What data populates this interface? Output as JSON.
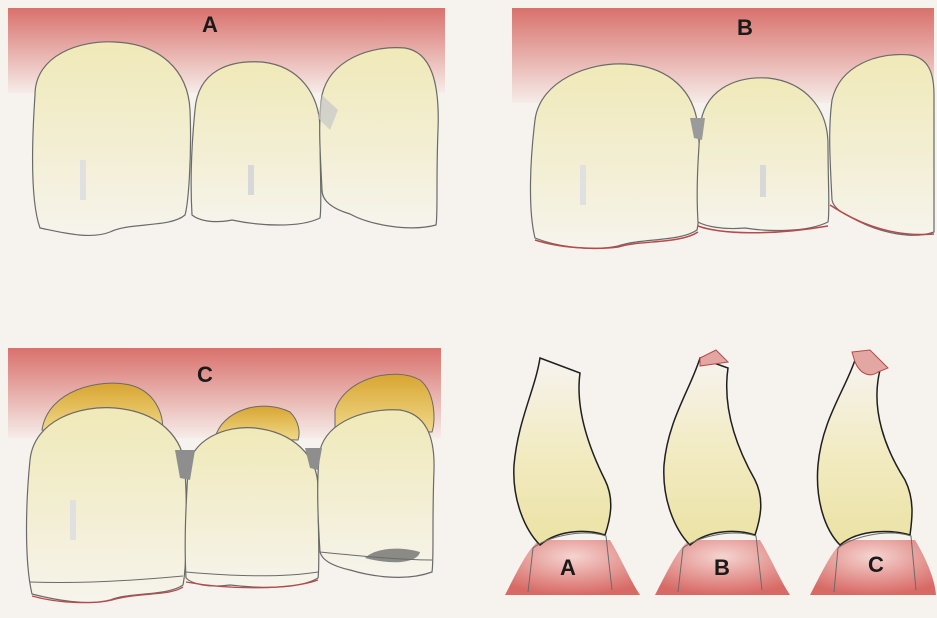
{
  "panels": {
    "top_left": {
      "label": "A"
    },
    "top_right": {
      "label": "B"
    },
    "bottom_left": {
      "label": "C"
    }
  },
  "sections": {
    "first": {
      "label": "A"
    },
    "second": {
      "label": "B"
    },
    "third": {
      "label": "C"
    }
  },
  "colors": {
    "background": "#f6f3ef",
    "gum_top": "#d9716c",
    "gum_fade": "#f3dcd6",
    "enamel": "#f1ecbf",
    "enamel_light": "#f7f4e6",
    "outline": "#5a5a5a",
    "margin_red": "#b94a48",
    "yellow_cap": "#e2b740",
    "gap_gray": "#9a9a9a"
  }
}
